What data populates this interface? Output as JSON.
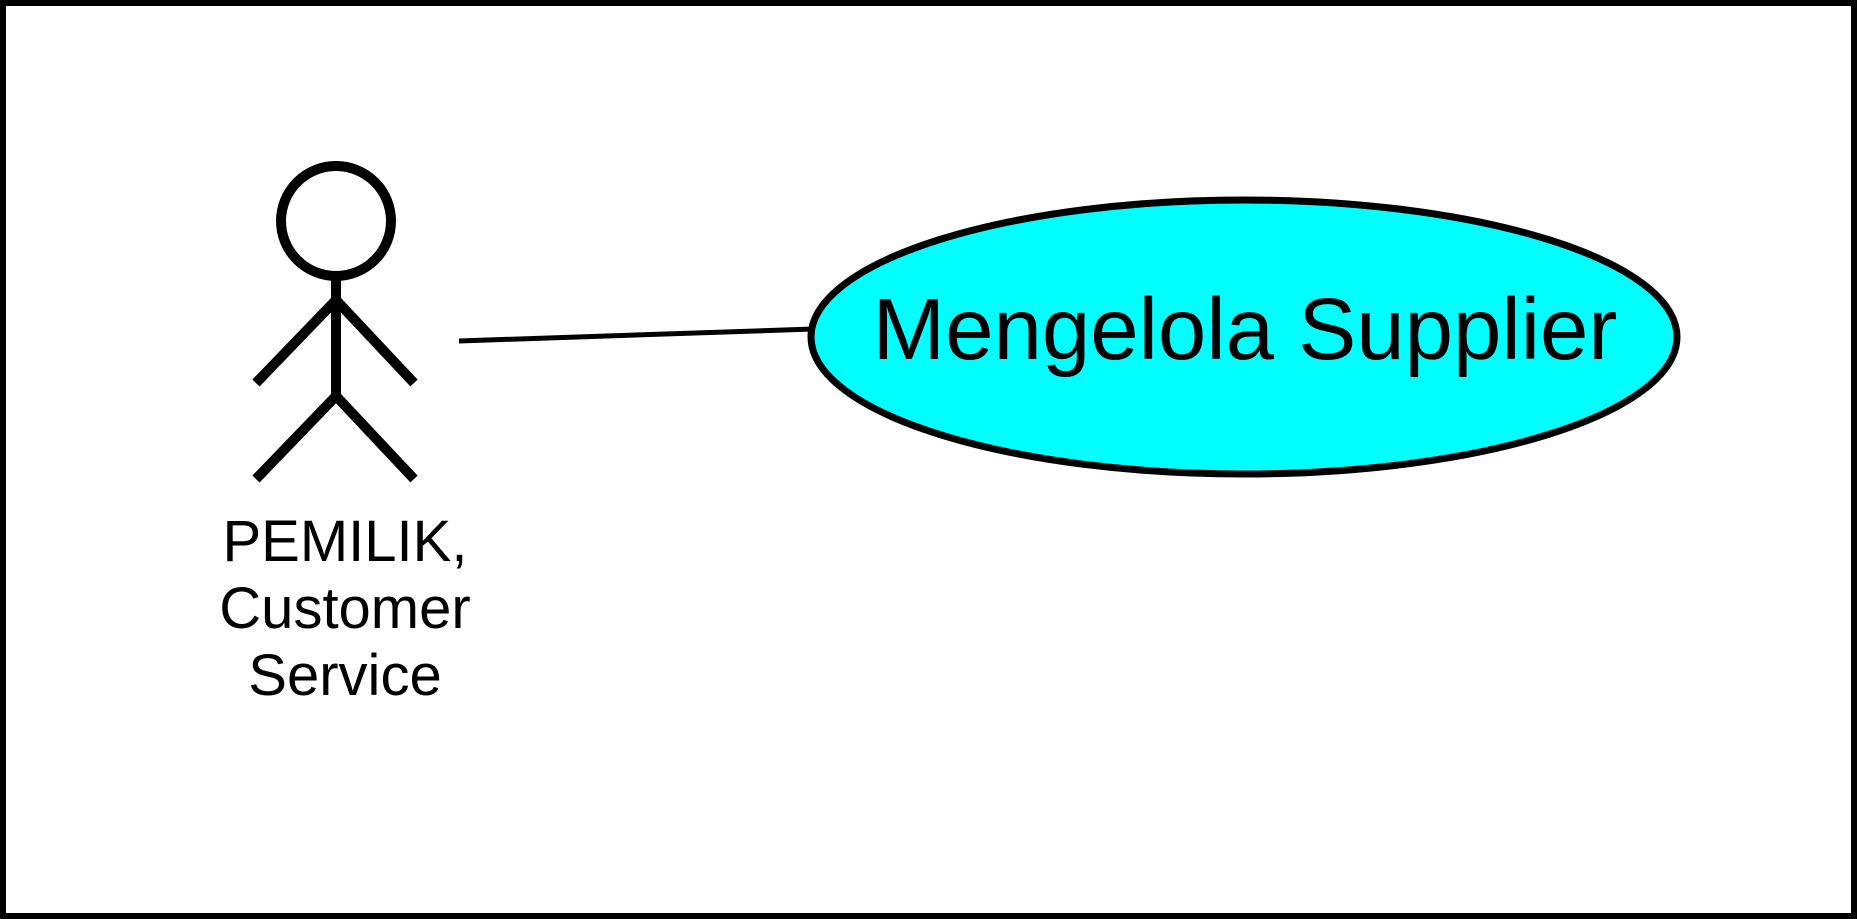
{
  "diagram": {
    "type": "use-case",
    "actor": {
      "label_lines": [
        "PEMILIK,",
        "Customer",
        "Service"
      ],
      "icon": "stick-figure-icon"
    },
    "use_case": {
      "label": "Mengelola Supplier",
      "fill_color": "#00ffff"
    },
    "association": {
      "from": "actor",
      "to": "use_case"
    },
    "colors": {
      "stroke": "#000000",
      "background": "#ffffff",
      "use_case_fill": "#00ffff"
    }
  }
}
